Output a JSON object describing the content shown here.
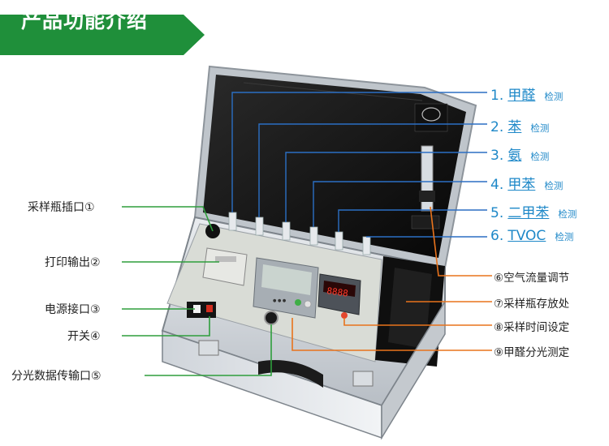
{
  "banner": {
    "title": "产品功能介绍"
  },
  "left_labels": [
    "采样瓶插口①",
    "打印输出②",
    "电源接口③",
    "开关④",
    "分光数据传输口⑤"
  ],
  "sensors": [
    {
      "num": "1.",
      "name": "甲醛",
      "suffix": "检测"
    },
    {
      "num": "2.",
      "name": "苯",
      "suffix": "检测"
    },
    {
      "num": "3.",
      "name": "氨",
      "suffix": "检测"
    },
    {
      "num": "4.",
      "name": "甲苯",
      "suffix": "检测"
    },
    {
      "num": "5.",
      "name": "二甲苯",
      "suffix": "检测"
    },
    {
      "num": "6.",
      "name": "TVOC",
      "suffix": "检测"
    }
  ],
  "right_labels": [
    "⑥空气流量调节",
    "⑦采样瓶存放处",
    "⑧采样时间设定",
    "⑨甲醛分光测定"
  ],
  "device": {
    "display_red": "8888"
  },
  "colors": {
    "banner_green": "#1f8f3a",
    "line_green": "#2e9e3c",
    "line_blue": "#2b6fc4",
    "line_orange": "#e8731c",
    "sensor_text": "#1e88c8"
  }
}
